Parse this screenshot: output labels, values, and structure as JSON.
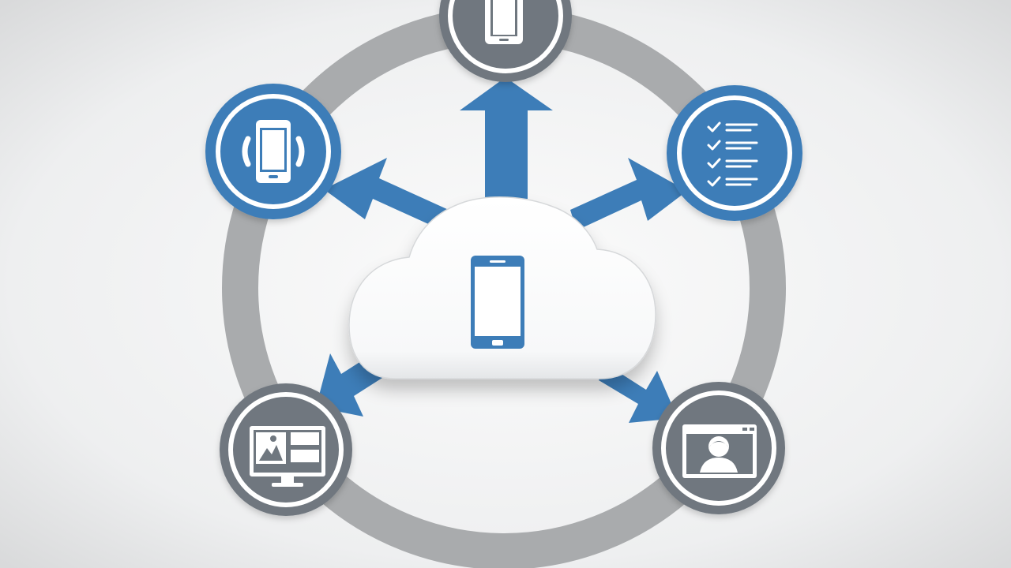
{
  "colors": {
    "background_center": "#fbfbfb",
    "background_edge": "#d9dadb",
    "ring": "#a9abad",
    "blue": "#3d7db8",
    "gray": "#6f777f",
    "white": "#ffffff"
  },
  "center": {
    "icon": "smartphone-icon"
  },
  "nodes": [
    {
      "id": "top",
      "color": "gray",
      "icon": "smartphone-icon"
    },
    {
      "id": "upper-left",
      "color": "blue",
      "icon": "phone-vibrate-icon"
    },
    {
      "id": "upper-right",
      "color": "blue",
      "icon": "checklist-icon"
    },
    {
      "id": "lower-left",
      "color": "gray",
      "icon": "monitor-gallery-icon"
    },
    {
      "id": "lower-right",
      "color": "gray",
      "icon": "browser-user-profile-icon"
    }
  ]
}
